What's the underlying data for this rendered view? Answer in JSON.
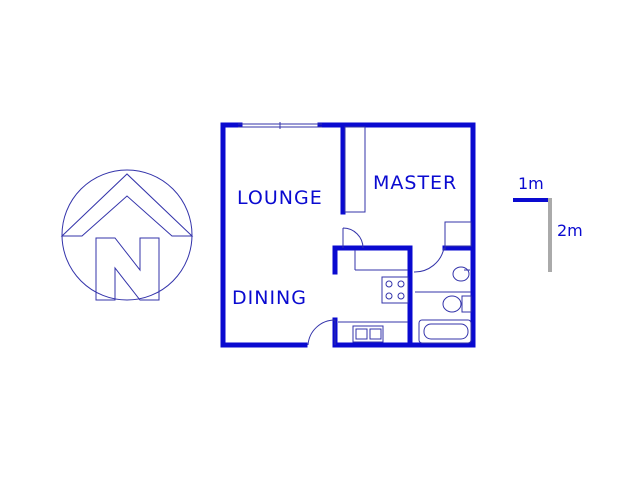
{
  "rooms": {
    "lounge": "LOUNGE",
    "master": "MASTER",
    "dining": "DINING"
  },
  "scale": {
    "horizontal": "1m",
    "vertical": "2m"
  },
  "compass": {
    "letter": "N"
  },
  "colors": {
    "wall": "#0a0ad0",
    "fixture": "#3333aa",
    "scale_vertical": "#aaaaaa"
  }
}
